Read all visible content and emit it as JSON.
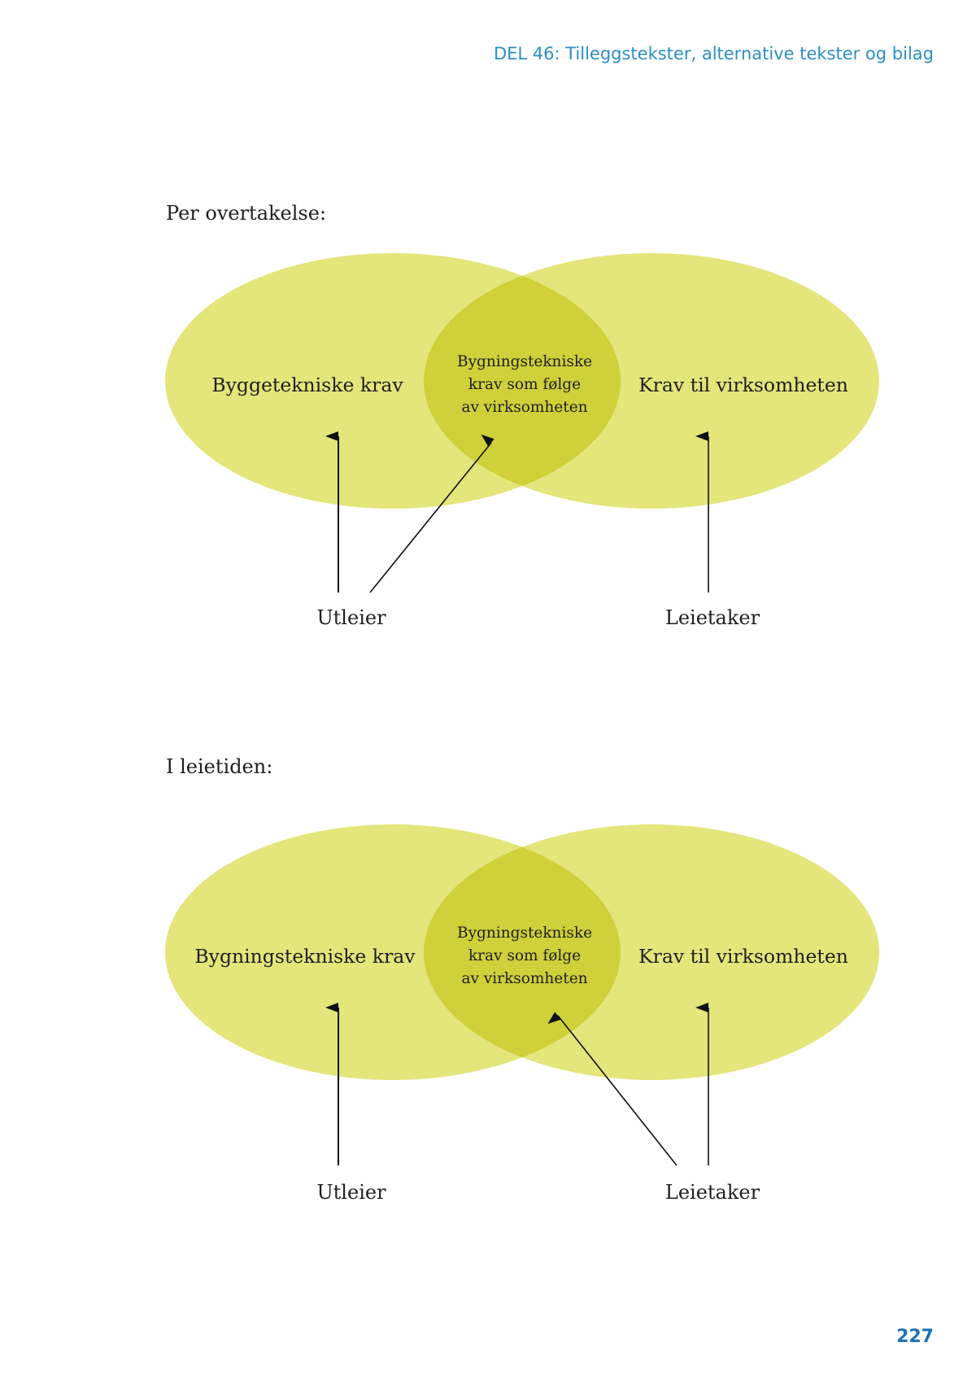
{
  "header": {
    "running_head": "DEL 46: Tilleggstekster, alternative tekster og bilag"
  },
  "footer": {
    "page_number": "227"
  },
  "colors": {
    "circle_fill": "#dfe05a",
    "overlap_fill": "#cfd03a",
    "heading_blue": "#2a8fc3",
    "page_number_blue": "#1f72b5"
  },
  "diagrams": [
    {
      "heading": "Per overtakelse:",
      "left_circle_label": "Byggetekniske krav",
      "overlap_label_lines": [
        "Bygningstekniske",
        "krav som følge",
        "av virksomheten"
      ],
      "right_circle_label": "Krav til virksomheten",
      "actor_left": "Utleier",
      "actor_right": "Leietaker"
    },
    {
      "heading": "I leietiden:",
      "left_circle_label": "Bygningstekniske krav",
      "overlap_label_lines": [
        "Bygningstekniske",
        "krav som følge",
        "av virksomheten"
      ],
      "right_circle_label": "Krav til virksomheten",
      "actor_left": "Utleier",
      "actor_right": "Leietaker"
    }
  ]
}
